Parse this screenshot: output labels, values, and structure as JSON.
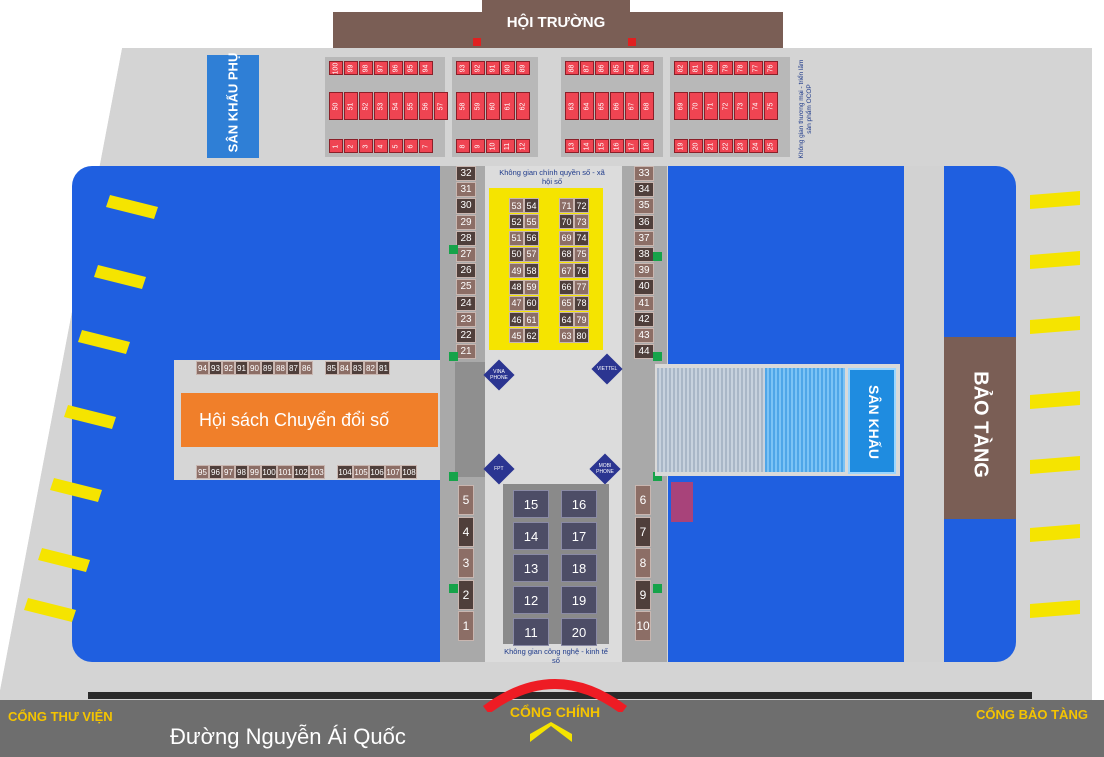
{
  "hall": {
    "label": "HỘI TRƯỜNG"
  },
  "sub_stage": {
    "label": "SÂN KHẤU PHỤ"
  },
  "main_stage": {
    "label": "SÂN KHẤU"
  },
  "museum": {
    "label": "BẢO TÀNG"
  },
  "bookfair": {
    "label": "Hội sách Chuyển đổi số"
  },
  "gov_space": {
    "label": "Không gian chính quyền số - xã hội số"
  },
  "tech_space": {
    "label": "Không gian công nghệ - kinh tế số"
  },
  "ocop_space": {
    "label": "Không gian thương mại - triển lãm sản phẩm OCOP"
  },
  "main_gate": {
    "label": "CỔNG CHÍNH"
  },
  "library_gate": {
    "label": "CỔNG THƯ VIỆN"
  },
  "museum_gate": {
    "label": "CỔNG BẢO TÀNG"
  },
  "street": {
    "label": "Đường Nguyễn Ái Quốc"
  },
  "kiosks": {
    "vina": "VINA PHONE",
    "viettel": "VIETTEL",
    "fpt": "FPT",
    "mobi": "MOBI PHONE"
  },
  "top_booths": {
    "a_row1": [
      "100",
      "99",
      "98",
      "97",
      "96",
      "95",
      "94"
    ],
    "a_row2": [
      "50",
      "51",
      "52",
      "53",
      "54",
      "55",
      "56",
      "57"
    ],
    "a_row3": [
      "1",
      "2",
      "3",
      "4",
      "5",
      "6",
      "7"
    ],
    "b_row1": [
      "93",
      "92",
      "91",
      "90",
      "89"
    ],
    "b_row2": [
      "58",
      "59",
      "60",
      "61",
      "62"
    ],
    "b_row3": [
      "8",
      "9",
      "10",
      "11",
      "12"
    ],
    "c_row1": [
      "88",
      "87",
      "86",
      "85",
      "84",
      "83"
    ],
    "c_row2": [
      "63",
      "64",
      "65",
      "66",
      "67",
      "68"
    ],
    "c_row3": [
      "13",
      "14",
      "15",
      "16",
      "17",
      "18"
    ],
    "d_row1": [
      "82",
      "81",
      "80",
      "79",
      "78",
      "77",
      "76"
    ],
    "d_row2": [
      "69",
      "70",
      "71",
      "72",
      "73",
      "74",
      "75"
    ],
    "d_row3": [
      "19",
      "20",
      "21",
      "22",
      "23",
      "24",
      "25"
    ]
  },
  "left_col": [
    "32",
    "31",
    "30",
    "29",
    "28",
    "27",
    "26",
    "25",
    "24",
    "23",
    "22",
    "21"
  ],
  "right_col": [
    "33",
    "34",
    "35",
    "36",
    "37",
    "38",
    "39",
    "40",
    "41",
    "42",
    "43",
    "44"
  ],
  "gov_left": [
    [
      "53",
      "54"
    ],
    [
      "52",
      "55"
    ],
    [
      "51",
      "56"
    ],
    [
      "50",
      "57"
    ],
    [
      "49",
      "58"
    ],
    [
      "48",
      "59"
    ],
    [
      "47",
      "60"
    ],
    [
      "46",
      "61"
    ],
    [
      "45",
      "62"
    ]
  ],
  "gov_right": [
    [
      "71",
      "72"
    ],
    [
      "70",
      "73"
    ],
    [
      "69",
      "74"
    ],
    [
      "68",
      "75"
    ],
    [
      "67",
      "76"
    ],
    [
      "66",
      "77"
    ],
    [
      "65",
      "78"
    ],
    [
      "64",
      "79"
    ],
    [
      "63",
      "80"
    ]
  ],
  "book_top": [
    "94",
    "93",
    "92",
    "91",
    "90",
    "89",
    "88",
    "87",
    "86",
    "85",
    "84",
    "83",
    "82",
    "81"
  ],
  "book_bottom": [
    "95",
    "96",
    "97",
    "98",
    "99",
    "100",
    "101",
    "102",
    "103",
    "104",
    "105",
    "106",
    "107",
    "108"
  ],
  "lower_left": [
    "5",
    "4",
    "3",
    "2",
    "1"
  ],
  "lower_right": [
    "6",
    "7",
    "8",
    "9",
    "10"
  ],
  "tech_left": [
    "15",
    "14",
    "13",
    "12",
    "11"
  ],
  "tech_right": [
    "16",
    "17",
    "18",
    "19",
    "20"
  ]
}
